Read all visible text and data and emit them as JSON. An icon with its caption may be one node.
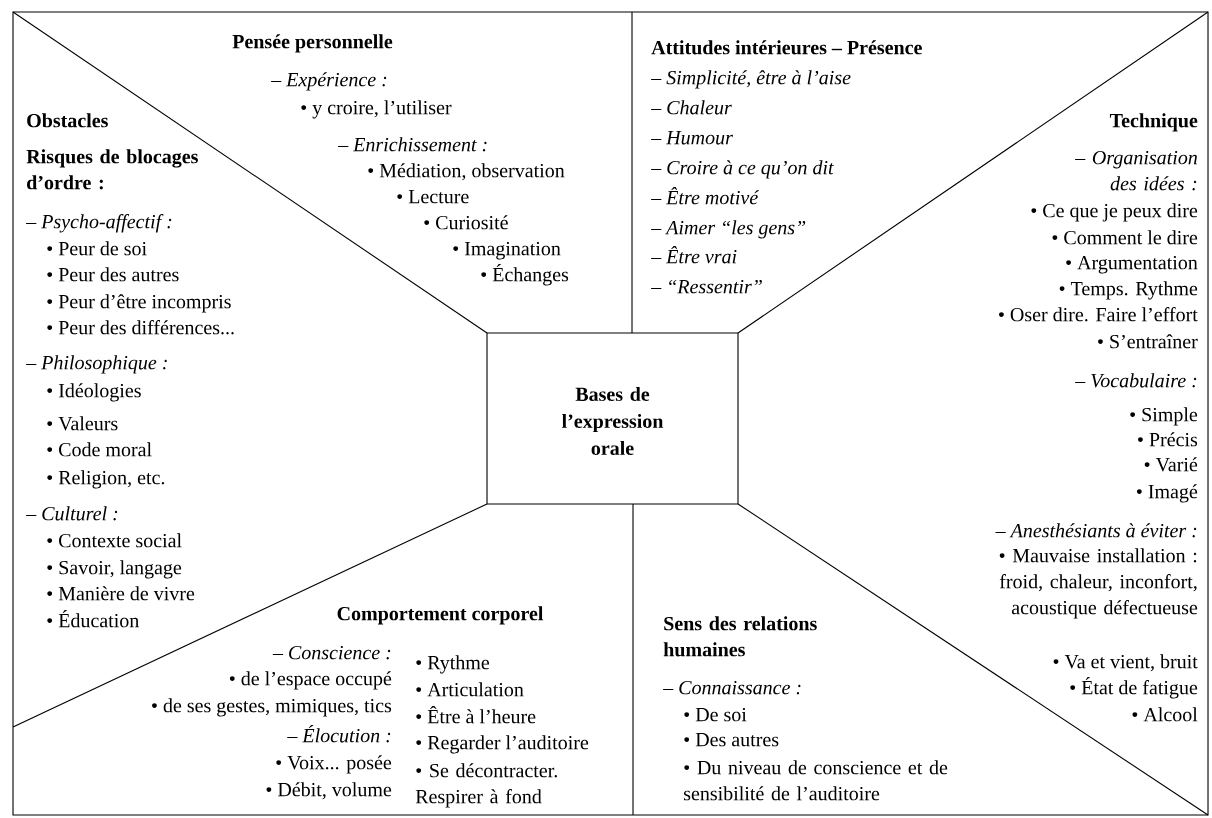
{
  "diagram": {
    "nodes": [
      {
        "text": [
          "Bases de l’expression orale"
        ]
      }
    ],
    "labels": [
      "Pensée personnelle",
      "– Expérience :",
      "• y croire, l’utiliser",
      "– Enrichissement :",
      "• Médiation, observation",
      "• Lecture",
      "• Curiosité",
      "• Imagination",
      "• Échanges",
      "Attitudes intérieures – Présence",
      "– Simplicité, être à l’aise",
      "– Chaleur",
      "– Humour",
      "– Croire à ce qu’on dit",
      "– Être motivé",
      "– Aimer “les gens”",
      "– Être vrai",
      "– “Ressentir”",
      "Obstacles",
      "Risques de blocages d’ordre :",
      "– Psycho-affectif :",
      "• Peur de soi",
      "• Peur des autres",
      "• Peur d’être incompris",
      "• Peur des différences...",
      "– Philosophique :",
      "• Idéologies",
      "• Valeurs",
      "• Code moral",
      "• Religion, etc.",
      "– Culturel :",
      "• Contexte social",
      "• Savoir, langage",
      "• Manière de vivre",
      "• Éducation",
      "Technique",
      "– Organisation des idées :",
      "• Ce que je peux dire",
      "• Comment le dire",
      "• Argumentation",
      "• Temps. Rythme",
      "• Oser dire. Faire l’effort",
      "• S’entraîner",
      "– Vocabulaire :",
      "• Simple",
      "• Précis",
      "• Varié",
      "• Imagé",
      "– Anesthésiants à éviter :",
      "• Mauvaise installation : froid, chaleur, inconfort, acoustique défectueuse",
      "• Va et vient, bruit",
      "• État de fatigue",
      "• Alcool",
      "Comportement corporel",
      "– Conscience :",
      "• de l’espace occupé",
      "• de ses gestes, mimiques, tics",
      "– Élocution :",
      "• Voix... posée",
      "• Débit, volume",
      "• Rythme",
      "• Articulation",
      "• Être à l’heure",
      "• Regarder l’auditoire",
      "• Se décontracter. Respirer à fond",
      "Sens des relations humaines",
      "– Connaissance :",
      "• De soi",
      "• Des autres",
      "• Du niveau de conscience et de sensibilité de l’auditoire"
    ]
  }
}
